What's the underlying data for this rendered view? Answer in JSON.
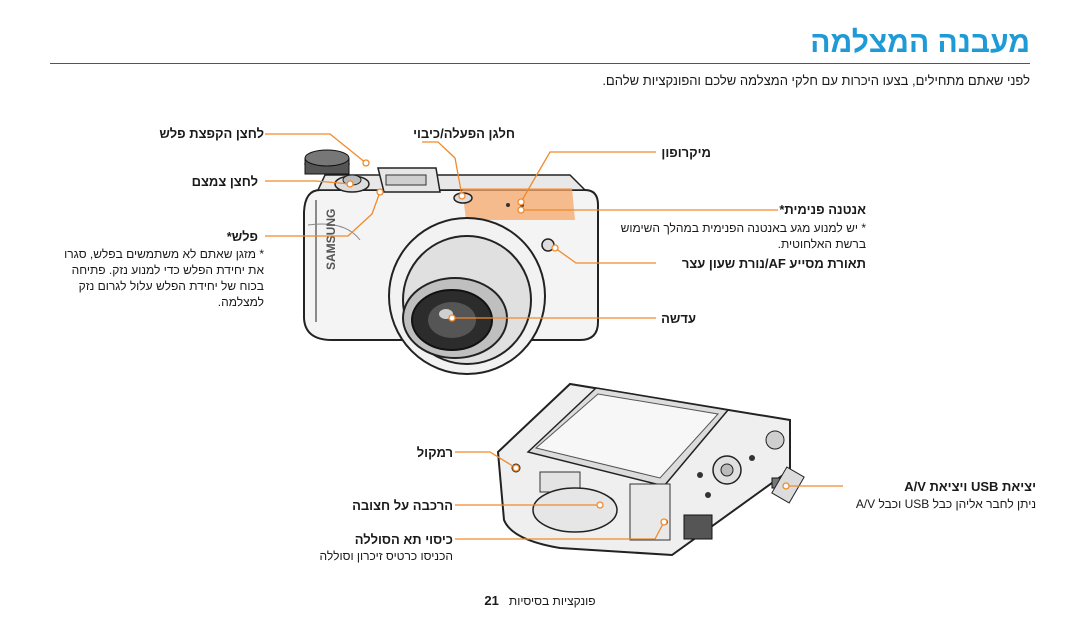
{
  "page": {
    "title": "מעבנה המצלמה",
    "intro": "לפני שאתם מתחילים, בצעו היכרות עם חלקי המצלמה שלכם והפונקציות שלהם."
  },
  "labels": {
    "mode_dial": "חלגן הפעלה/כיבוי",
    "shutter": "לחצן הקפצת פלש",
    "zoom": "לחצן צמצם",
    "flash": "פלש*",
    "flash_note": "* מזגן שאתם לא משתמשים בפלש, סגרו את יחידת הפלש כדי למנוע נזק. פתיחה בכוח של יחידת הפלש עלול לגרום נזק למצלמה.",
    "microphone": "מיקרופון",
    "antenna": "אנטנה פנימית*",
    "antenna_note": "* יש למנוע מגע באנטנה הפנימית במהלך השימוש ברשת האלחוטית.",
    "af_lamp": "תאורת מסייע AF/נורת שעון עצר",
    "lens": "עדשה",
    "speaker": "רמקול",
    "tripod": "הרכבה על חצובה",
    "battery": "כיסוי תא הסוללה",
    "battery_note": "הכניסו כרטיס זיכרון וסוללה",
    "usb": "יציאת USB ויציאת A/V",
    "usb_note": "ניתן לחבר אליהן כבל USB וכבל A/V"
  },
  "camera": {
    "brand": "SAMSUNG"
  },
  "footer": {
    "text": "פונקציות בסיסיות",
    "page_number": "21"
  },
  "colors": {
    "accent_title": "#1e9ad6",
    "callout": "#f08a2c",
    "highlight": "#f6a86a"
  }
}
